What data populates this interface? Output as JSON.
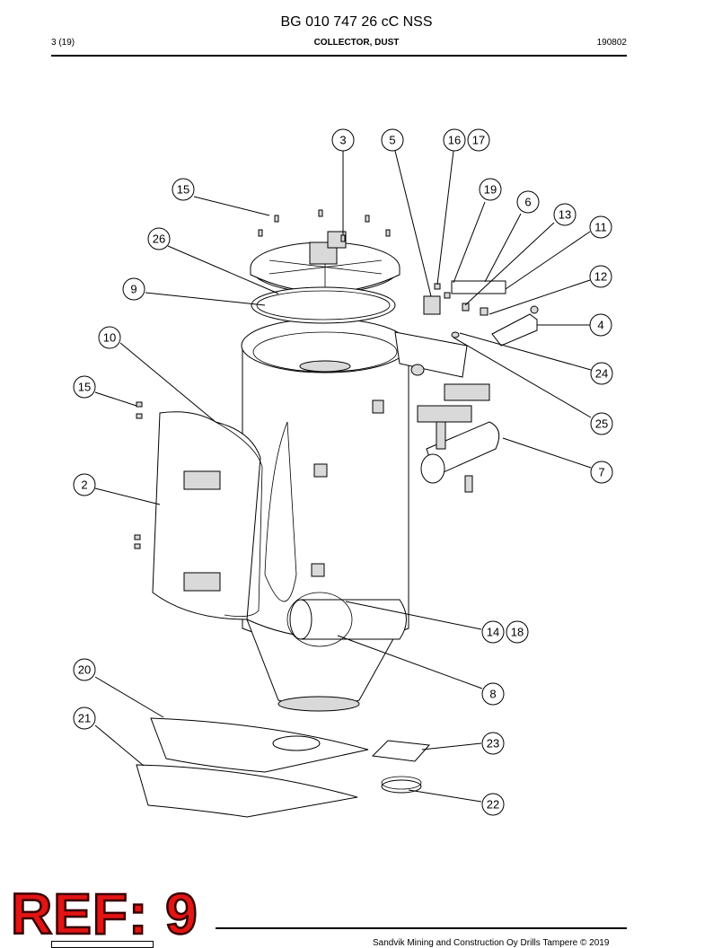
{
  "header": {
    "doc_title": "BG 010 747 26 cC NSS",
    "page": "3 (19)",
    "section": "COLLECTOR, DUST",
    "date": "190802"
  },
  "callouts": [
    {
      "id": "c3",
      "label": "3"
    },
    {
      "id": "c5",
      "label": "5"
    },
    {
      "id": "c16",
      "label": "16"
    },
    {
      "id": "c17",
      "label": "17"
    },
    {
      "id": "c15a",
      "label": "15"
    },
    {
      "id": "c19",
      "label": "19"
    },
    {
      "id": "c6",
      "label": "6"
    },
    {
      "id": "c13",
      "label": "13"
    },
    {
      "id": "c11",
      "label": "11"
    },
    {
      "id": "c26",
      "label": "26"
    },
    {
      "id": "c12",
      "label": "12"
    },
    {
      "id": "c9",
      "label": "9"
    },
    {
      "id": "c4",
      "label": "4"
    },
    {
      "id": "c10",
      "label": "10"
    },
    {
      "id": "c24",
      "label": "24"
    },
    {
      "id": "c15b",
      "label": "15"
    },
    {
      "id": "c25",
      "label": "25"
    },
    {
      "id": "c7",
      "label": "7"
    },
    {
      "id": "c2",
      "label": "2"
    },
    {
      "id": "c14",
      "label": "14"
    },
    {
      "id": "c18",
      "label": "18"
    },
    {
      "id": "c20",
      "label": "20"
    },
    {
      "id": "c8",
      "label": "8"
    },
    {
      "id": "c21",
      "label": "21"
    },
    {
      "id": "c23",
      "label": "23"
    },
    {
      "id": "c22",
      "label": "22"
    }
  ],
  "stamp": {
    "text": "REF: 9",
    "color": "#e31414"
  },
  "footer": {
    "copyright": "Sandvik Mining and Construction Oy Drills Tampere © 2019"
  }
}
